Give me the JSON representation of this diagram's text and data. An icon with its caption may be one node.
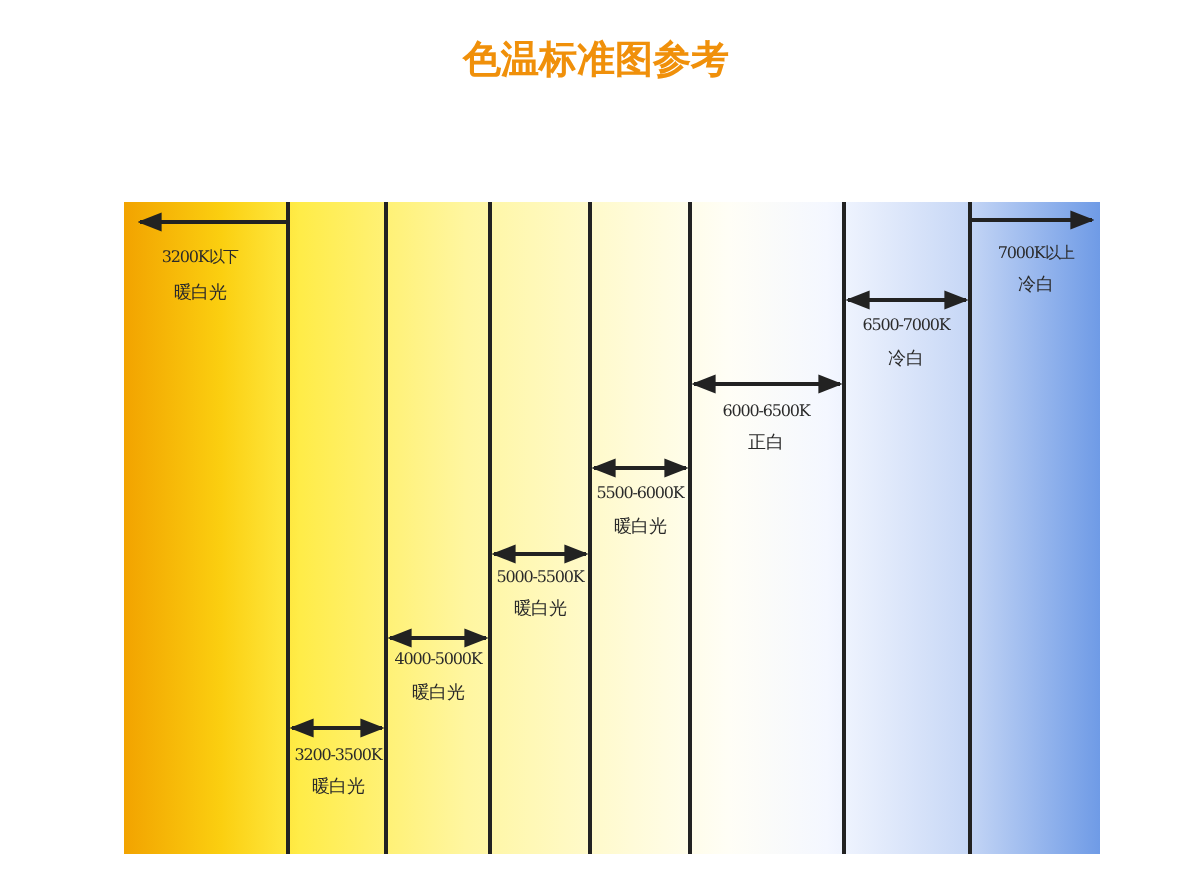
{
  "diagram": {
    "title": "色温标准图参考",
    "labels": [
      "3200K以下",
      "暖白光",
      "3200-3500K",
      "暖白光",
      "4000-5000K",
      "暖白光",
      "5000-5500K",
      "暖白光",
      "5500-6000K",
      "暖白光",
      "6000-6500K",
      "正白",
      "6500-7000K",
      "冷白",
      "7000K以上",
      "冷白"
    ]
  }
}
